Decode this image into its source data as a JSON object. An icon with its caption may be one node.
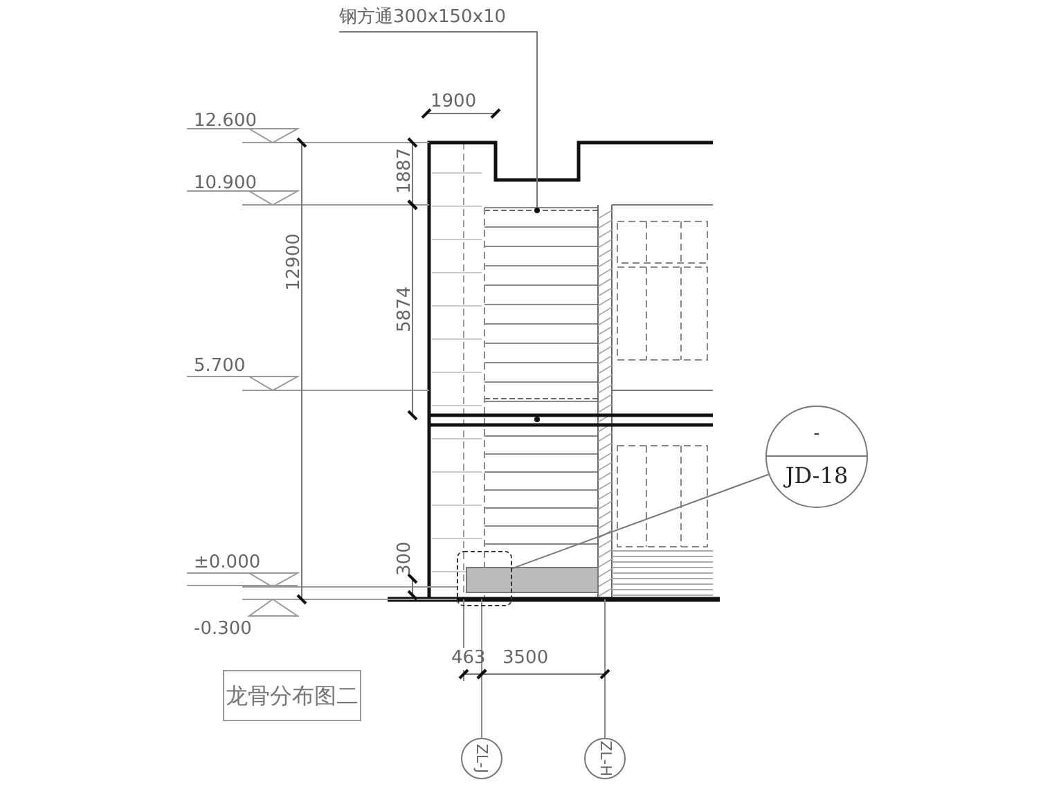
{
  "diagram": {
    "title": "龙骨分布图二",
    "nodes": [
      {
        "text": [
          "-",
          "JD-18"
        ]
      },
      {
        "text": [],
        "shape": "box"
      },
      {
        "text": [
          "钢方通300x150x10"
        ]
      },
      {
        "text": [
          "ZL-J"
        ]
      },
      {
        "text": [
          "ZL-H"
        ]
      }
    ],
    "edges": [
      {
        "from": 0,
        "to": 1,
        "arrow": "none"
      },
      {
        "from": 2,
        "to": null,
        "arrow": "none"
      }
    ],
    "labels": [
      "1900",
      "12.600",
      "10.900",
      "1887",
      "12900",
      "5874",
      "5.700",
      "±0.000",
      "300",
      "-0.300",
      "463",
      "3500"
    ]
  }
}
